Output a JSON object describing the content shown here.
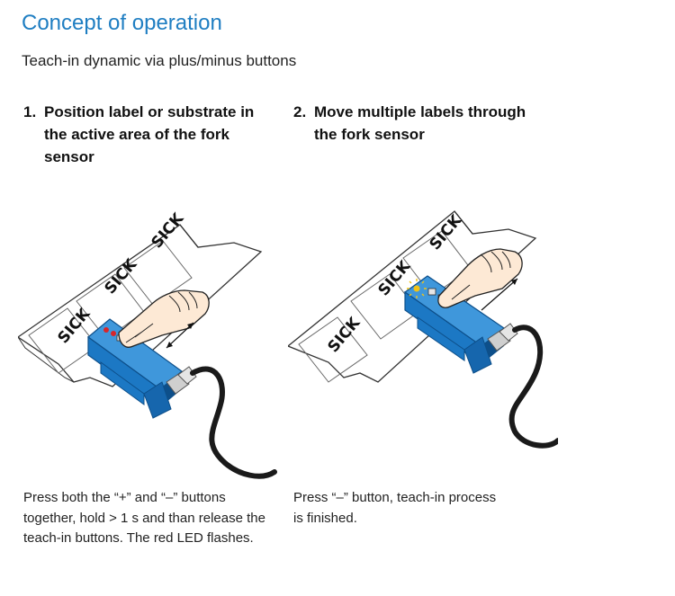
{
  "header": {
    "title": "Concept of operation",
    "subtitle": "Teach-in dynamic via plus/minus buttons"
  },
  "steps": [
    {
      "number": "1.",
      "text": "Position label or substrate in the active area of the fork sensor",
      "description": "Press both the “+” and “–” buttons together, hold > 1 s and than release the teach-in buttons. The red LED flashes."
    },
    {
      "number": "2.",
      "text": "Move multiple labels through the fork sensor",
      "description": "Press “–” button, teach-in process is finished."
    }
  ],
  "labels": {
    "brand": "SICK"
  },
  "colors": {
    "title": "#1f7ec2",
    "sensor_blue": "#1c78c4",
    "sensor_dark": "#0d4f8a",
    "led_red": "#d8262a",
    "led_yellow": "#f2c314"
  }
}
